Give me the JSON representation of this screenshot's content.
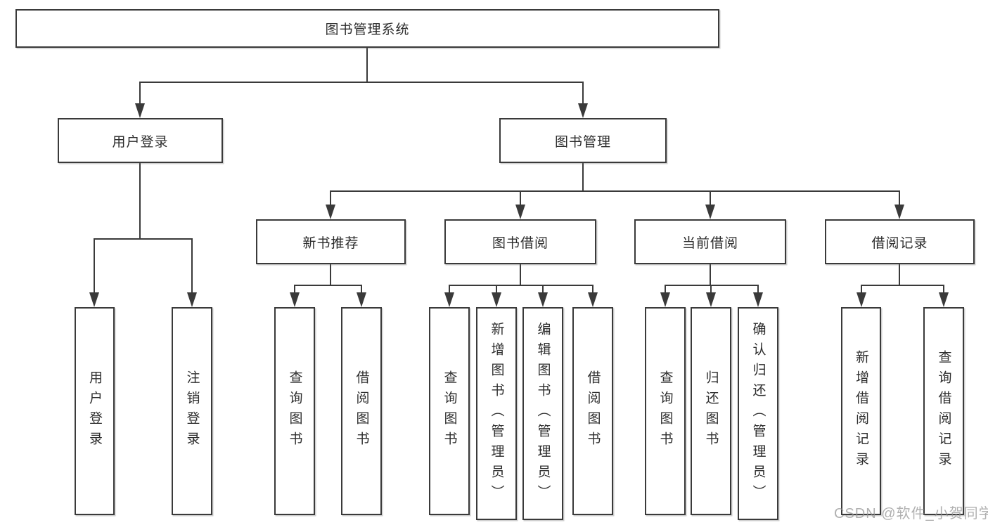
{
  "tree": {
    "root": "图书管理系统",
    "branches": [
      {
        "label": "用户登录",
        "children": [
          "用户登录",
          "注销登录"
        ]
      },
      {
        "label": "图书管理",
        "groups": [
          {
            "label": "新书推荐",
            "children": [
              "查询图书",
              "借阅图书"
            ]
          },
          {
            "label": "图书借阅",
            "children": [
              "查询图书",
              "新增图书（管理员）",
              "编辑图书（管理员）",
              "借阅图书"
            ]
          },
          {
            "label": "当前借阅",
            "children": [
              "查询图书",
              "归还图书",
              "确认归还（管理员）"
            ]
          },
          {
            "label": "借阅记录",
            "children": [
              "新增借阅记录",
              "查询借阅记录"
            ]
          }
        ]
      }
    ]
  },
  "watermark": {
    "text": "CSDN @软件_小贺同学"
  },
  "colors": {
    "line": "#3a3a3a",
    "text": "#2d2d2d",
    "watermark": "#999999",
    "background": "#ffffff"
  }
}
